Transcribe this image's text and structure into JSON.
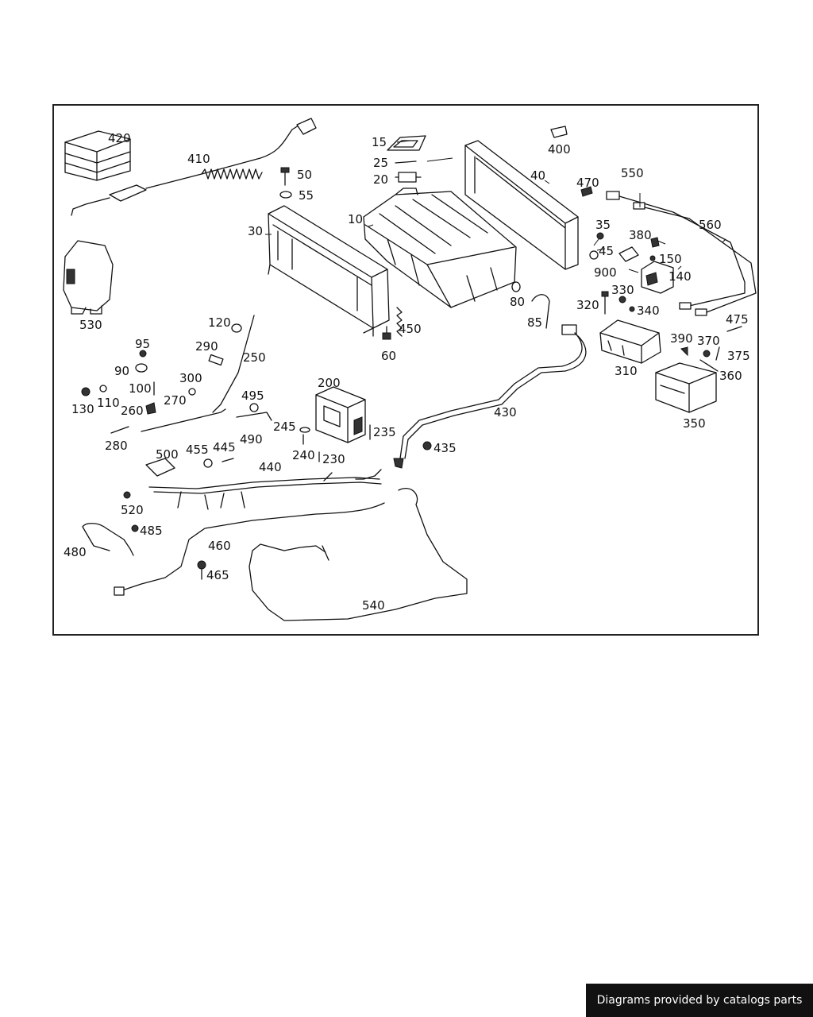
{
  "diagram": {
    "callouts": [
      "10",
      "15",
      "20",
      "25",
      "30",
      "35",
      "40",
      "45",
      "50",
      "55",
      "60",
      "80",
      "85",
      "90",
      "95",
      "100",
      "110",
      "120",
      "130",
      "140",
      "150",
      "200",
      "230",
      "235",
      "240",
      "245",
      "250",
      "260",
      "270",
      "280",
      "290",
      "300",
      "310",
      "320",
      "330",
      "340",
      "350",
      "360",
      "370",
      "375",
      "380",
      "390",
      "400",
      "410",
      "420",
      "430",
      "435",
      "440",
      "445",
      "450",
      "455",
      "460",
      "465",
      "470",
      "475",
      "480",
      "485",
      "490",
      "495",
      "500",
      "520",
      "530",
      "540",
      "550",
      "560",
      "900"
    ]
  },
  "footer": {
    "credit": "Diagrams provided by catalogs parts"
  },
  "colors": {
    "line": "#111111",
    "background": "#ffffff",
    "badge": "#111111",
    "badge_text": "#ffffff"
  }
}
